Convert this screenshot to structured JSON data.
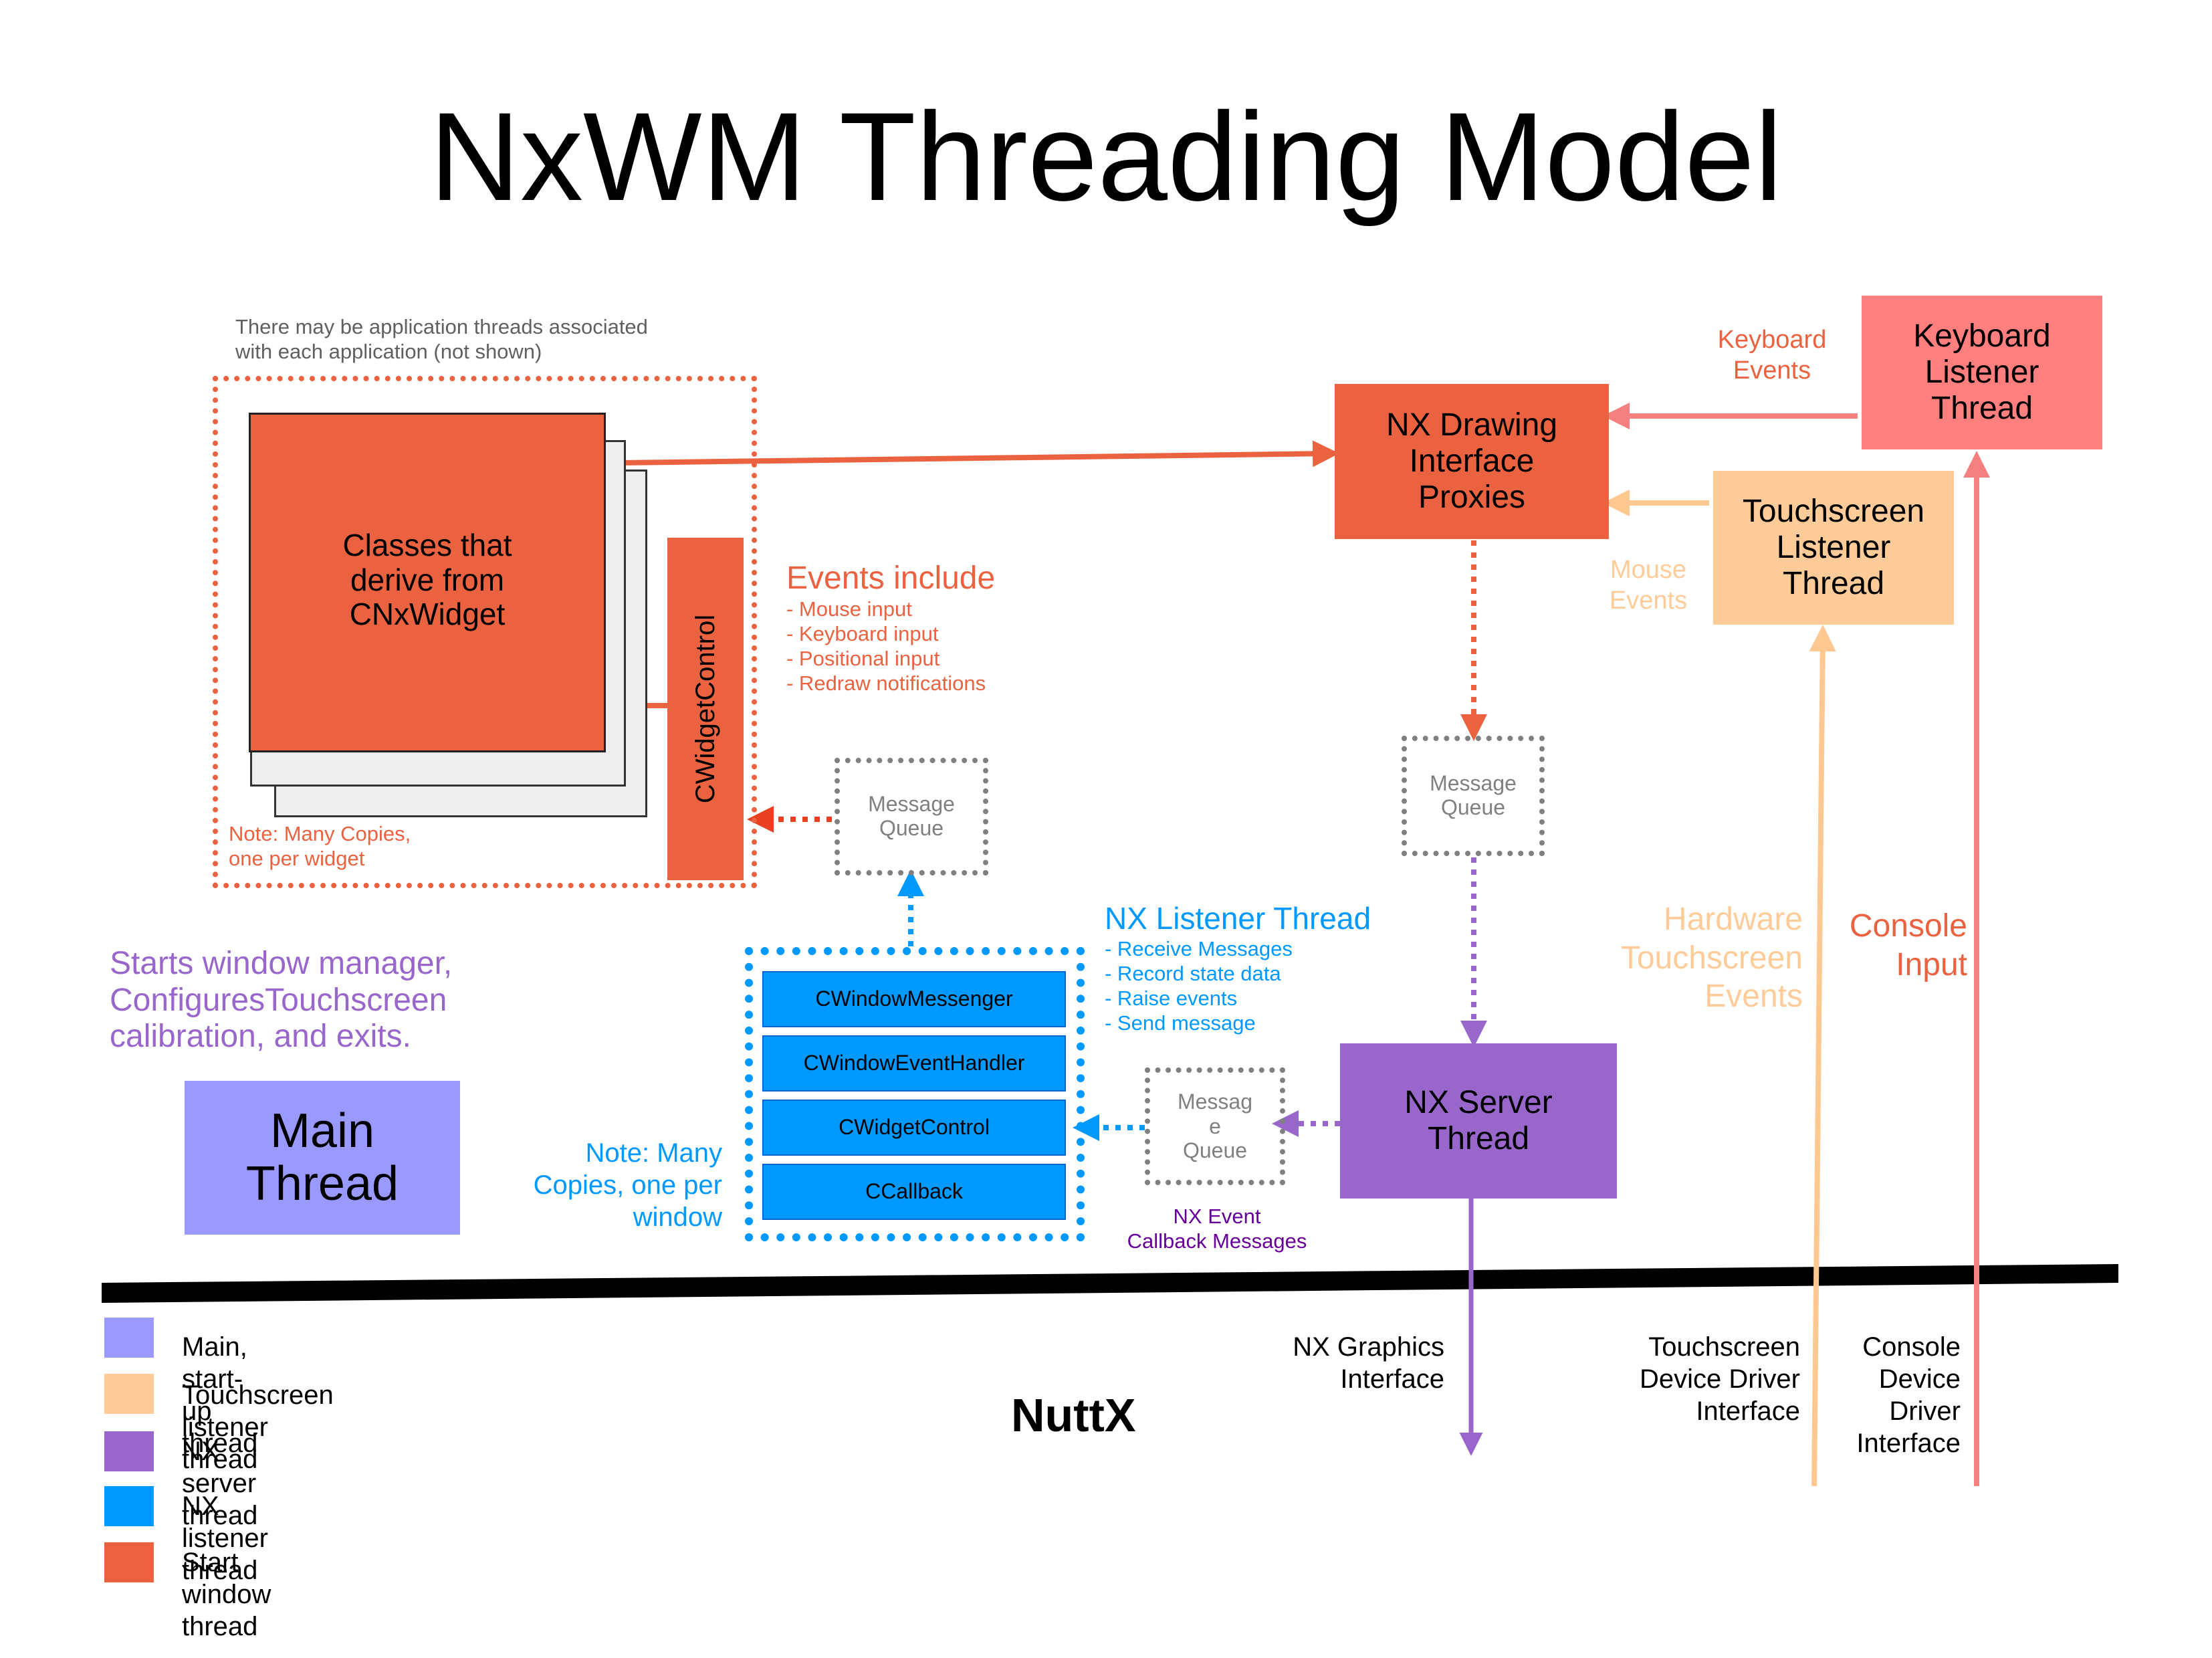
{
  "title": "NxWM Threading Model",
  "colors": {
    "main_thread": "#9999ff",
    "touchscreen_thread": "#ffcc99",
    "nx_server_thread": "#9966cc",
    "nx_listener_thread": "#0099ff",
    "start_window_thread": "#ea6240",
    "keyboard_thread": "#ff7f7f",
    "queue_border": "#808080",
    "purple_text": "#9966cc",
    "blue_text": "#0099ff",
    "orange_text": "#ea6240"
  },
  "app_threads_note": "There may be application threads associated\n with each application (not shown)",
  "widget_classes": "Classes that\nderive from\nCNxWidget",
  "cwidgetcontrol_vertical": "CWidgetControl",
  "widget_note": "Note:  Many Copies,\none per widget",
  "events_include": {
    "heading": "Events include",
    "items": [
      "- Mouse input",
      "- Keyboard input",
      "- Positional input",
      "- Redraw notifications"
    ]
  },
  "message_queue_left": "Message\nQueue",
  "message_queue_right": "Message\nQueue",
  "message_queue_mid": "Messag\ne\nQueue",
  "nx_drawing": "NX Drawing\nInterface\nProxies",
  "keyboard_thread": "Keyboard\nListener\nThread",
  "keyboard_events": "Keyboard\nEvents",
  "touchscreen_thread": "Touchscreen\nListener\nThread",
  "mouse_events": "Mouse\nEvents",
  "nx_listener": {
    "heading": "NX Listener Thread",
    "items": [
      "- Receive Messages",
      "- Record state data",
      "- Raise events",
      "- Send message"
    ]
  },
  "listener_classes": [
    "CWindowMessenger",
    "CWindowEventHandler",
    "CWidgetControl",
    "CCallback"
  ],
  "listener_note": "Note:  Many\nCopies, one per\nwindow",
  "nx_server": "NX Server\nThread",
  "nx_event_callback": "NX Event\nCallback Messages",
  "hardware_touch": "Hardware\nTouchscreen\nEvents",
  "console_input": "Console\nInput",
  "main_note": "Starts window manager,\nConfiguresTouchscreen\n  calibration, and exits.",
  "main_thread": "Main\nThread",
  "nuttx": "NuttX",
  "nx_graphics_interface": "NX Graphics\nInterface",
  "touch_driver_interface": "Touchscreen\nDevice Driver\nInterface",
  "console_driver_interface": "Console\nDevice\nDriver\nInterface",
  "legend": [
    {
      "label": "Main, start-up thread",
      "color": "#9999ff"
    },
    {
      "label": "Touchscreen listener thread",
      "color": "#ffcc99"
    },
    {
      "label": "NX server thread",
      "color": "#9966cc"
    },
    {
      "label": "NX listener thread",
      "color": "#0099ff"
    },
    {
      "label": "Start window thread",
      "color": "#ea6240"
    }
  ]
}
